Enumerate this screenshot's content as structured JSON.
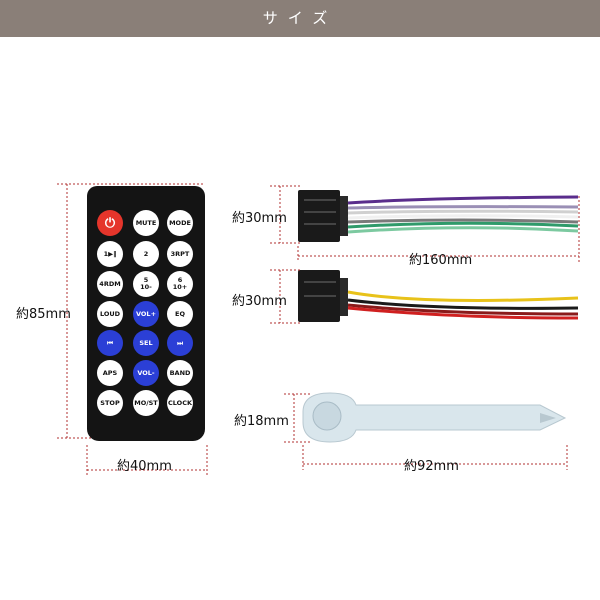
{
  "header": {
    "title": "サイズ"
  },
  "remote": {
    "buttons": [
      {
        "label": "⏻",
        "style": "red"
      },
      {
        "label": "MUTE",
        "style": "white"
      },
      {
        "label": "MODE",
        "style": "white"
      },
      {
        "label": "1▶‖",
        "style": "white"
      },
      {
        "label": "2",
        "style": "white"
      },
      {
        "label": "3RPT",
        "style": "white"
      },
      {
        "label": "4RDM",
        "style": "white"
      },
      {
        "label": "5\n10-",
        "style": "white"
      },
      {
        "label": "6\n10+",
        "style": "white"
      },
      {
        "label": "LOUD",
        "style": "white"
      },
      {
        "label": "VOL+",
        "style": "blue"
      },
      {
        "label": "EQ",
        "style": "white"
      },
      {
        "label": "⏮",
        "style": "blue"
      },
      {
        "label": "SEL",
        "style": "blue"
      },
      {
        "label": "⏭",
        "style": "blue"
      },
      {
        "label": "APS",
        "style": "white"
      },
      {
        "label": "VOL-",
        "style": "blue"
      },
      {
        "label": "BAND",
        "style": "white"
      },
      {
        "label": "STOP",
        "style": "white"
      },
      {
        "label": "MO/ST",
        "style": "white"
      },
      {
        "label": "CLOCK",
        "style": "white"
      }
    ],
    "height_label": "約85mm",
    "width_label": "約40mm"
  },
  "harness": {
    "connector1_label": "約30mm",
    "connector2_label": "約30mm",
    "length_label": "約160mm"
  },
  "tool": {
    "height_label": "約18mm",
    "length_label": "約92mm"
  },
  "colors": {
    "header_bg": "#8a7f78",
    "dim_line": "#b03030",
    "button_blue": "#2b3fd6",
    "power_red": "#e5352b"
  }
}
